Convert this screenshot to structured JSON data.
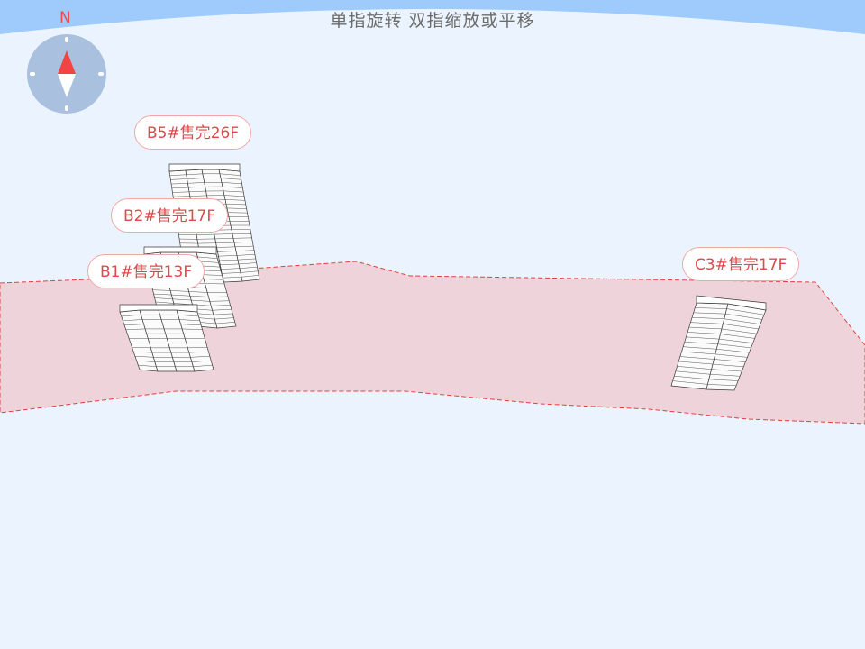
{
  "hint": "单指旋转 双指缩放或平移",
  "compass": {
    "north_label": "N",
    "icon": "compass-icon"
  },
  "colors": {
    "sky_arc": "#9ecbfb",
    "background": "#ebf4fe",
    "plot_fill": "#efd3da",
    "plot_border": "#e04040",
    "label_text": "#e0484b",
    "label_border": "#f2a7a7",
    "compass_bg": "#a9c0df",
    "needle_north": "#f24444"
  },
  "buildings": [
    {
      "id": "B5",
      "label": "B5#售完26F"
    },
    {
      "id": "B2",
      "label": "B2#售完17F"
    },
    {
      "id": "B1",
      "label": "B1#售完13F"
    },
    {
      "id": "C3",
      "label": "C3#售完17F"
    }
  ]
}
